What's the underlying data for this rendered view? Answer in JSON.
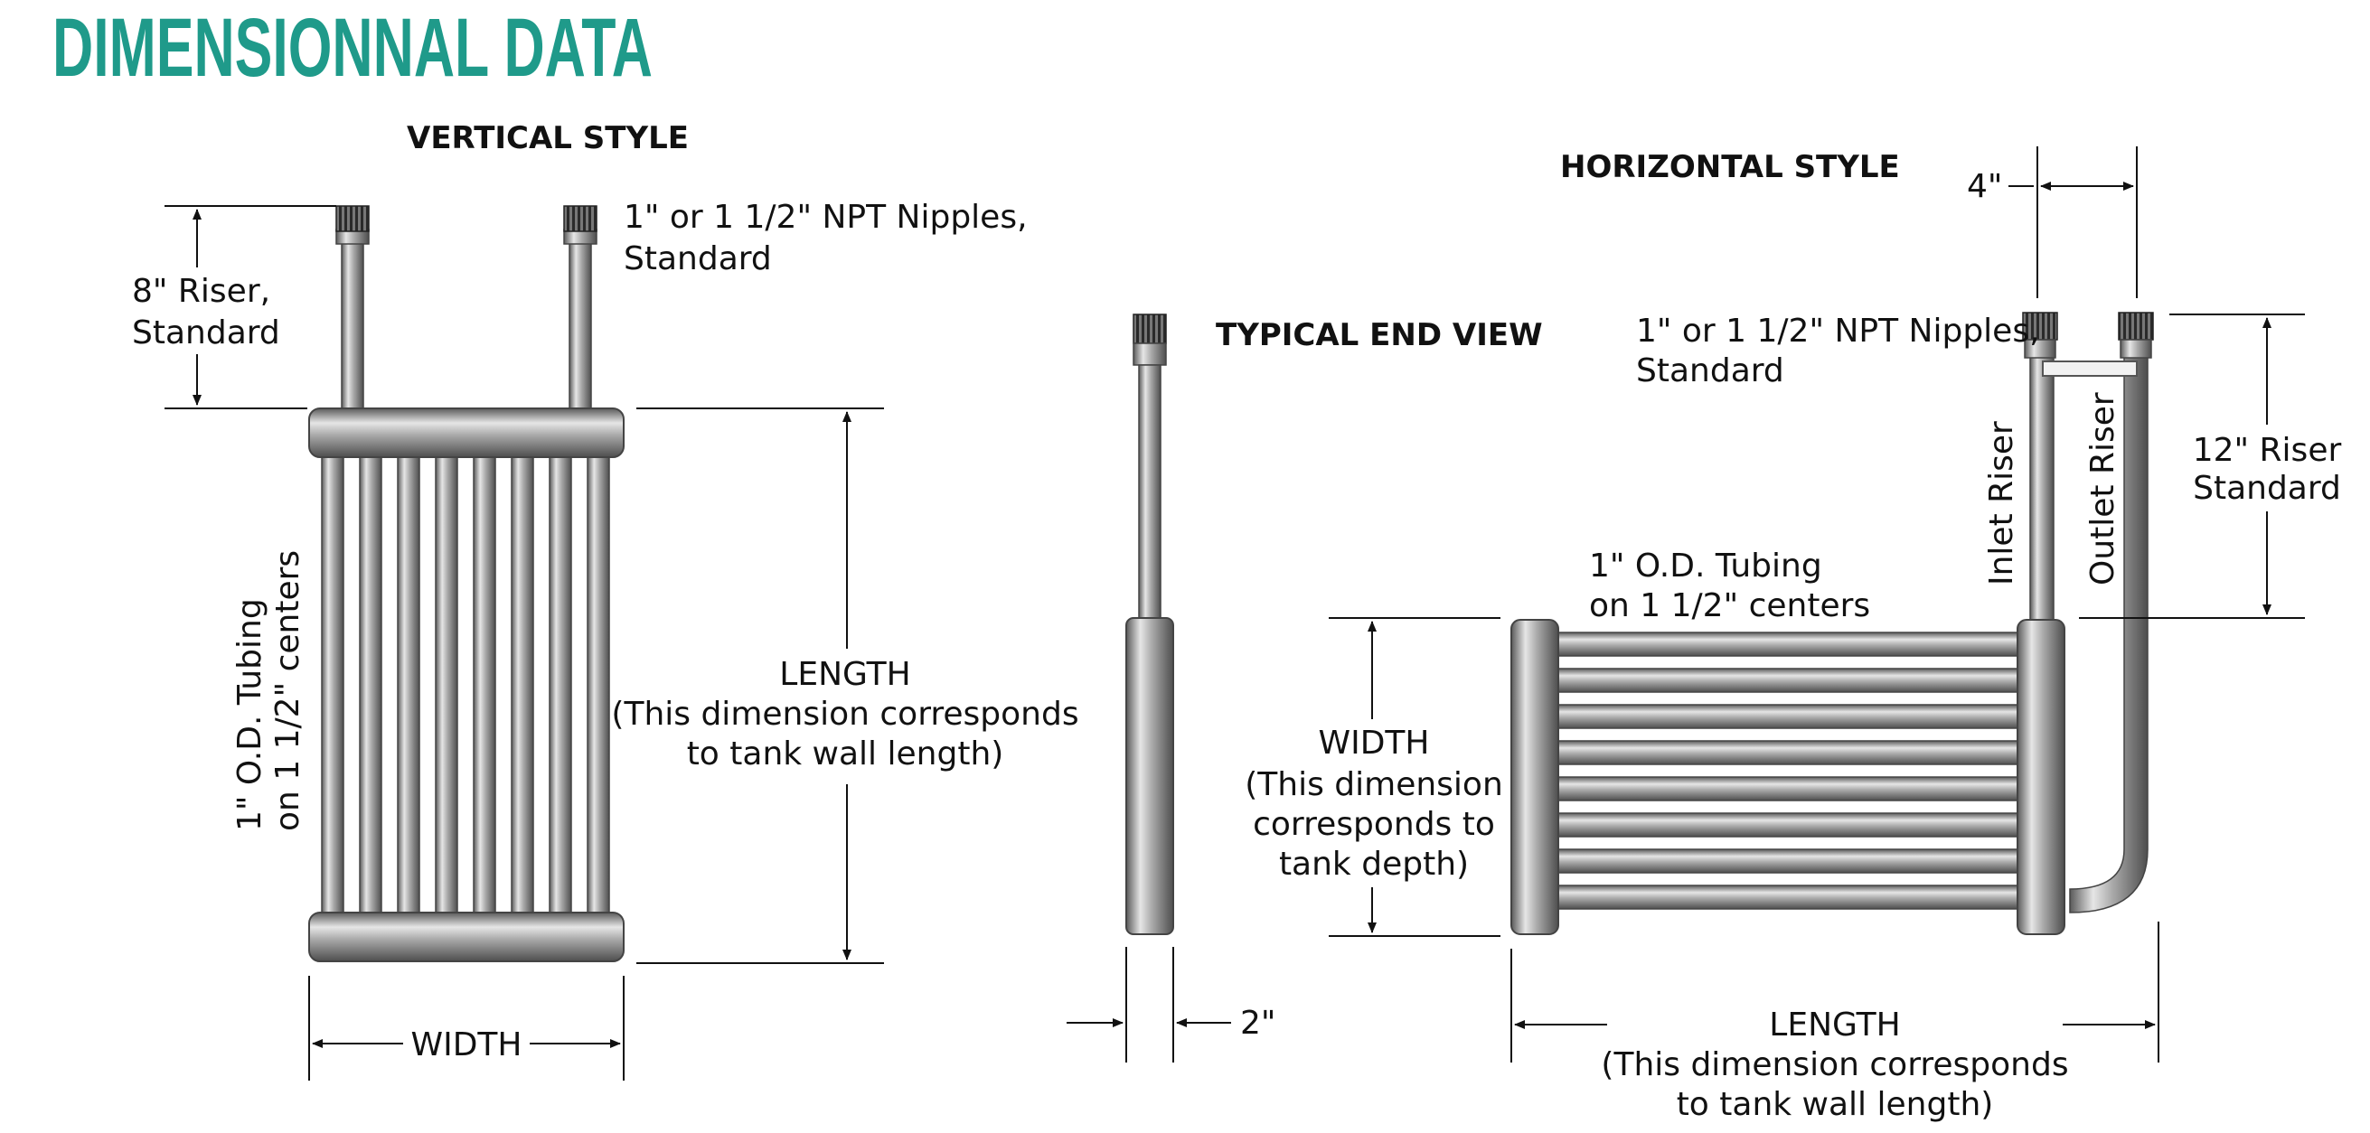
{
  "title": "DIMENSIONNAL DATA",
  "colors": {
    "title": "#1f9a8a",
    "steel_dark": "#5e5e5e",
    "steel_light": "#dcdcdc",
    "ink": "#111111"
  },
  "vertical": {
    "heading": "VERTICAL STYLE",
    "nipples_line1": "1\" or 1 1/2\" NPT Nipples,",
    "nipples_line2": "Standard",
    "riser_line1": "8\" Riser,",
    "riser_line2": "Standard",
    "tubing_line1": "1\" O.D. Tubing",
    "tubing_line2": "on 1 1/2\" centers",
    "length_line1": "LENGTH",
    "length_line2": "(This dimension corresponds",
    "length_line3": "to tank wall length)",
    "width": "WIDTH"
  },
  "end_view": {
    "heading": "TYPICAL END VIEW",
    "depth": "2\""
  },
  "horizontal": {
    "heading": "HORIZONTAL STYLE",
    "spacing": "4\"",
    "nipples_line1": "1\" or 1 1/2\" NPT Nipples,",
    "nipples_line2": "Standard",
    "inlet_riser": "Inlet Riser",
    "outlet_riser": "Outlet Riser",
    "riser_line1": "12\" Riser",
    "riser_line2": "Standard",
    "tubing_line1": "1\" O.D. Tubing",
    "tubing_line2": "on 1 1/2\" centers",
    "width_line1": "WIDTH",
    "width_line2": "(This dimension",
    "width_line3": "corresponds to",
    "width_line4": "tank depth)",
    "length_line1": "LENGTH",
    "length_line2": "(This dimension corresponds",
    "length_line3": "to tank wall length)"
  }
}
